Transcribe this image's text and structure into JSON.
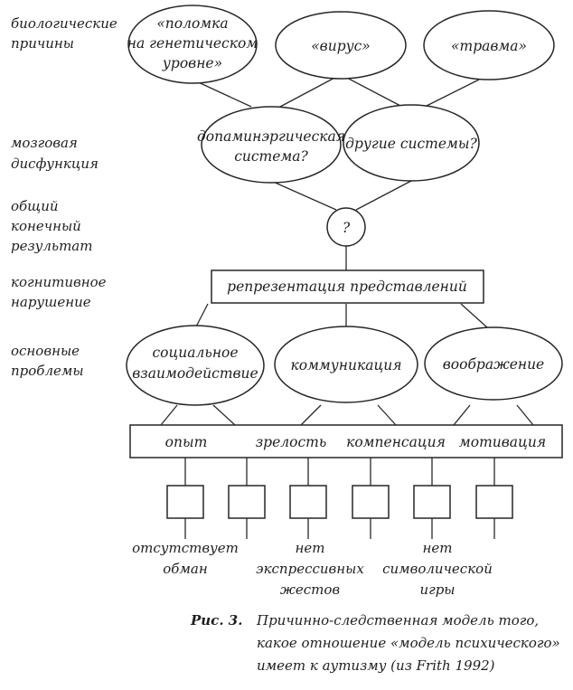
{
  "levels": {
    "bio": [
      "биологические",
      "причины"
    ],
    "brain": [
      "мозговая",
      "дисфункция"
    ],
    "result": [
      "общий",
      "конечный",
      "результат"
    ],
    "cognitive": [
      "когнитивное",
      "нарушение"
    ],
    "problems": [
      "основные",
      "проблемы"
    ]
  },
  "causes": {
    "genetic": [
      "«поломка",
      "на генетическом",
      "уровне»"
    ],
    "virus": "«вирус»",
    "trauma": "«травма»"
  },
  "brain_systems": {
    "dopamine": [
      "допаминэргическая",
      "система?"
    ],
    "other": "другие системы?"
  },
  "final_result": "?",
  "cognitive_box": "репрезентация представлений",
  "problems": {
    "social": [
      "социальное",
      "взаимодействие"
    ],
    "communication": "коммуникация",
    "imagination": "воображение"
  },
  "factors": [
    "опыт",
    "зрелость",
    "компенсация",
    "мотивация"
  ],
  "outcomes": {
    "deception": [
      "отсутствует",
      "обман"
    ],
    "gestures": [
      "нет",
      "экспрессивных",
      "жестов"
    ],
    "play": [
      "нет",
      "символической",
      "игры"
    ]
  },
  "caption": {
    "label": "Рис. 3.",
    "lines": [
      "Причинно-следственная модель того,",
      "какое отношение «модель психического»",
      "имеет к аутизму (из Frith 1992)"
    ]
  }
}
